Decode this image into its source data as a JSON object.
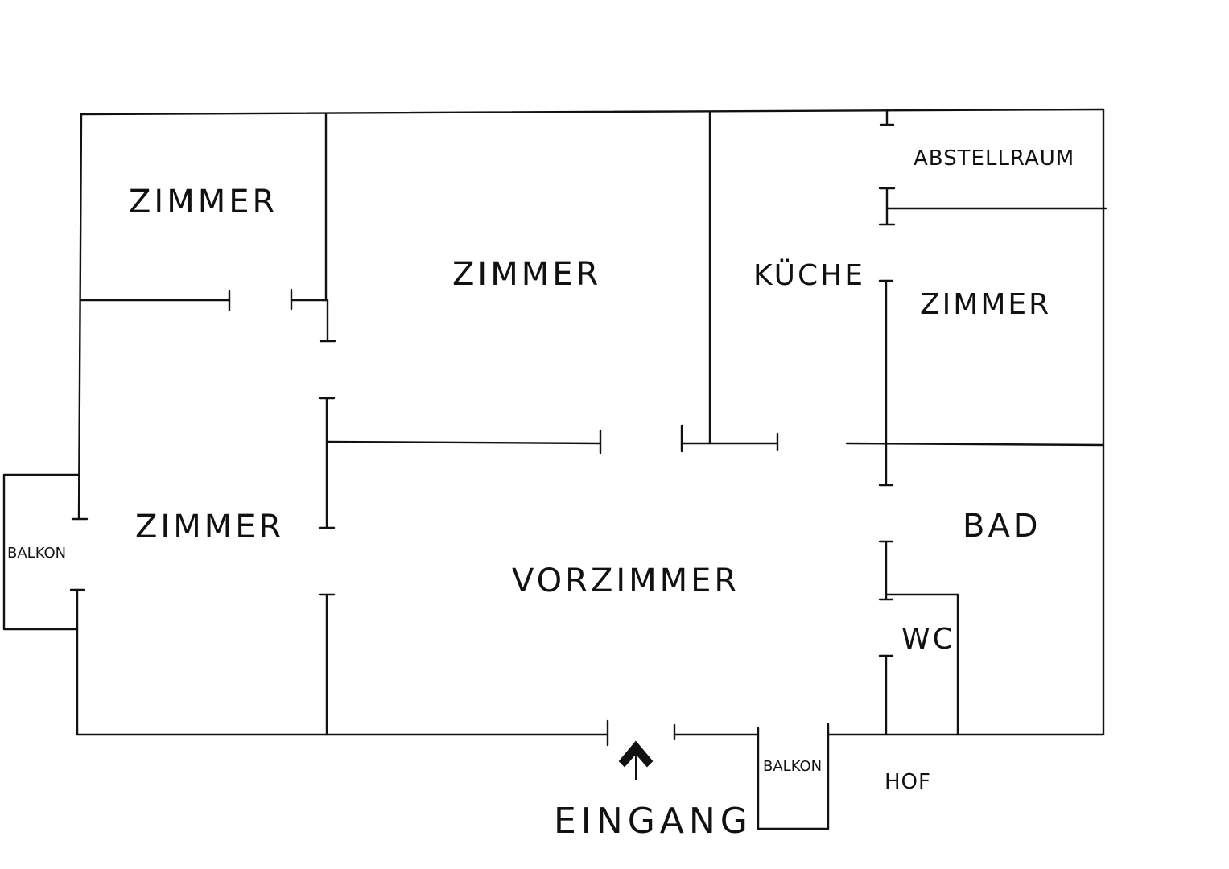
{
  "plan": {
    "wall_color": "#111111",
    "background": "#ffffff",
    "labels": {
      "zimmer_top_left": "ZIMMER",
      "zimmer_center": "ZIMMER",
      "kueche": "KÜCHE",
      "abstellraum": "ABSTELLRAUM",
      "zimmer_right": "ZIMMER",
      "zimmer_left": "ZIMMER",
      "vorzimmer": "VORZIMMER",
      "bad": "BAD",
      "wc": "WC",
      "balkon_left": "BALKON",
      "balkon_bottom": "BALKON",
      "hof": "HOF",
      "eingang": "EINGANG"
    },
    "icons": {
      "entrance_arrow": "up-arrow-icon"
    }
  }
}
